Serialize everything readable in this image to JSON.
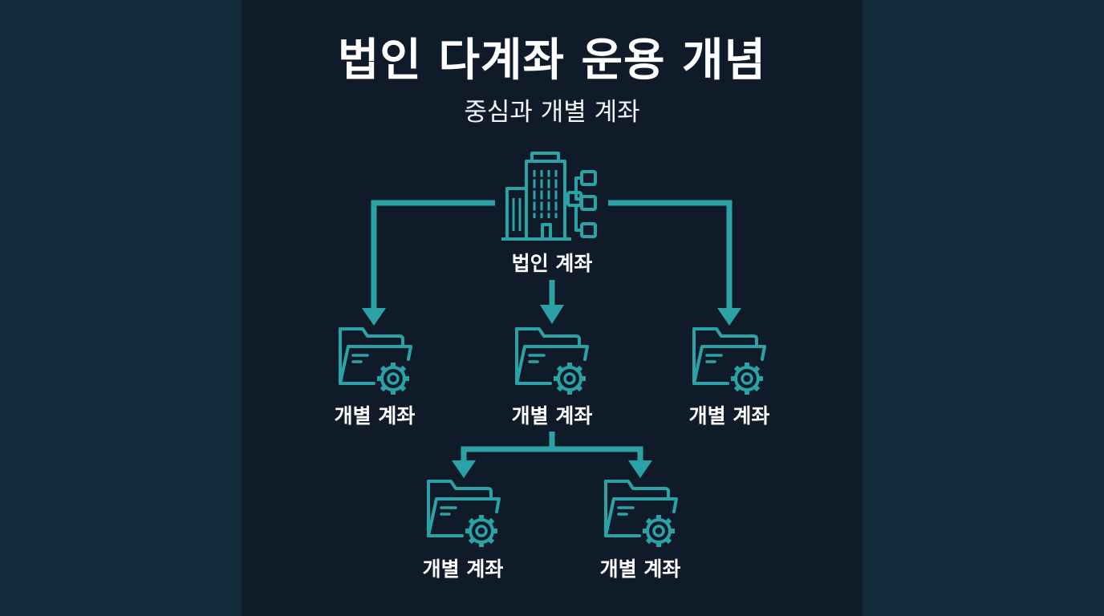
{
  "title": "법인 다계좌 운용 개념",
  "subtitle": "중심과 개별 계좌",
  "accent_color": "#2ba3a6",
  "root": {
    "label": "법인 계좌",
    "icon": "corporate-building-icon"
  },
  "children": [
    {
      "label": "개별 계좌",
      "icon": "folder-gear-icon"
    },
    {
      "label": "개별 계좌",
      "icon": "folder-gear-icon"
    },
    {
      "label": "개별 계좌",
      "icon": "folder-gear-icon"
    }
  ],
  "grandchildren": [
    {
      "label": "개별 계좌",
      "icon": "folder-gear-icon"
    },
    {
      "label": "개별 계좌",
      "icon": "folder-gear-icon"
    }
  ]
}
